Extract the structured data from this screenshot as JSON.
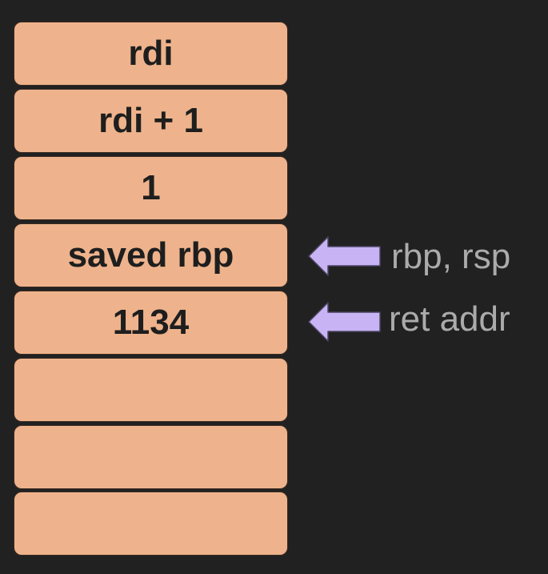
{
  "stack": {
    "slots": [
      {
        "label": "rdi"
      },
      {
        "label": "rdi + 1"
      },
      {
        "label": "1"
      },
      {
        "label": "saved rbp"
      },
      {
        "label": "1134"
      },
      {
        "label": ""
      },
      {
        "label": ""
      },
      {
        "label": ""
      }
    ]
  },
  "pointers": [
    {
      "label": "rbp, rsp",
      "icon": "arrow-left-icon"
    },
    {
      "label": "ret addr",
      "icon": "arrow-left-icon"
    }
  ],
  "colors": {
    "background": "#212121",
    "slot_fill": "#eeb38c",
    "slot_border": "#3a2a22",
    "slot_text": "#1e1e1e",
    "arrow_fill": "#c8b4f5",
    "arrow_stroke": "#4e4563",
    "pointer_text": "#ababab"
  }
}
